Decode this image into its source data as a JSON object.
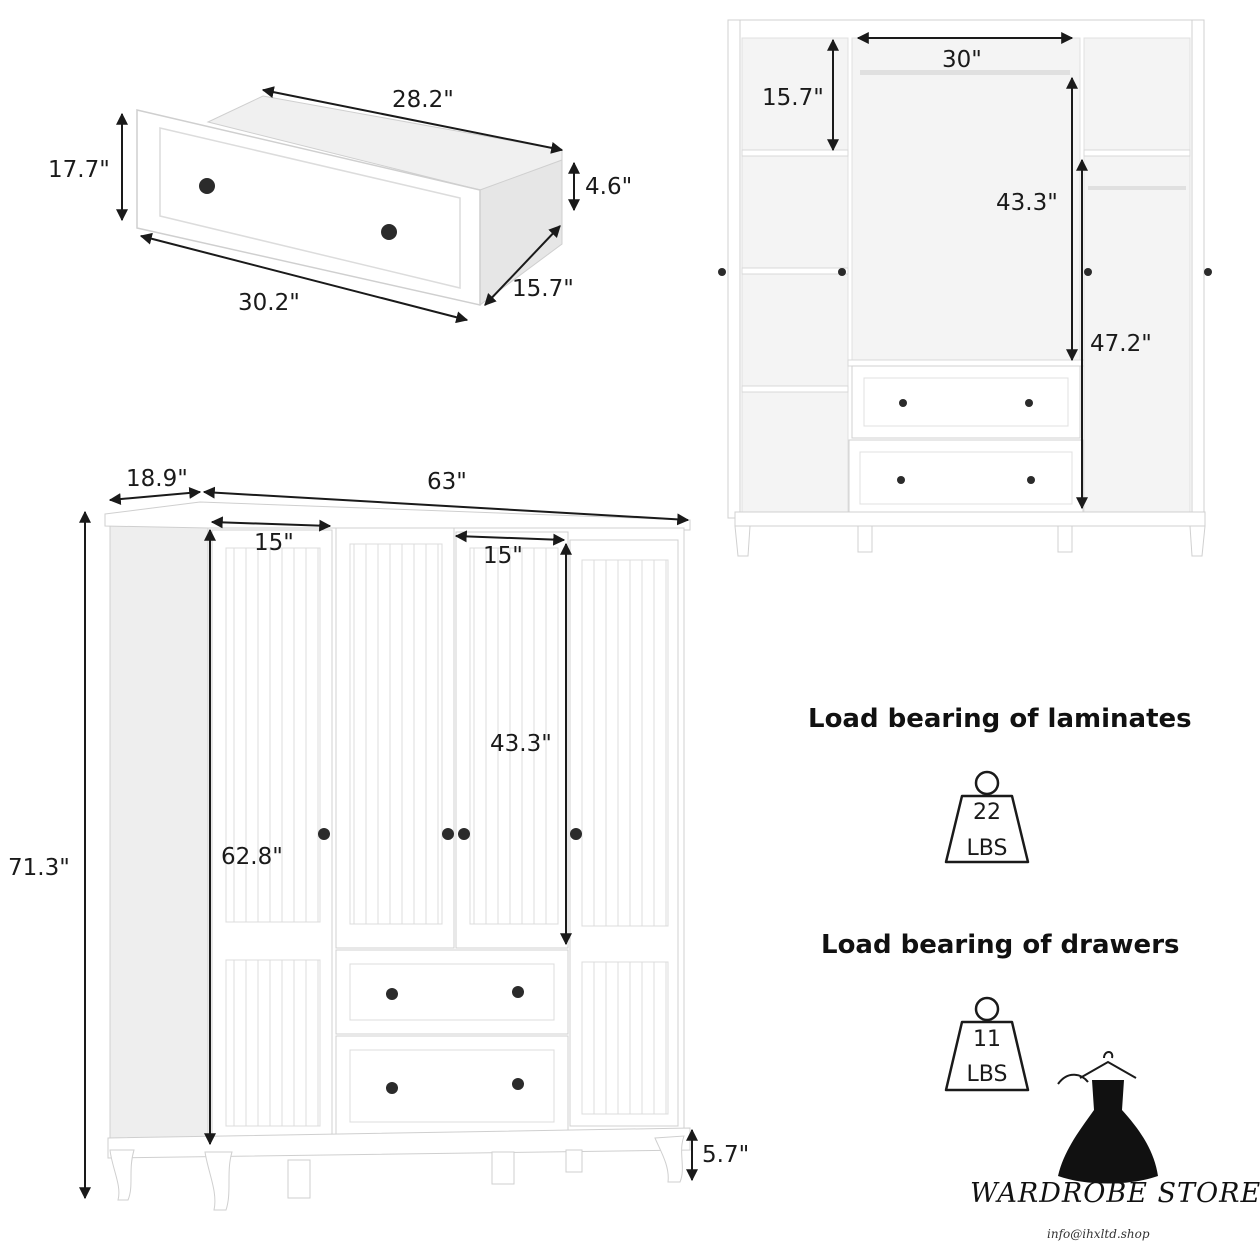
{
  "drawer": {
    "width_top": "28.2\"",
    "height": "17.7\"",
    "depth_height": "4.6\"",
    "width_bottom": "30.2\"",
    "side_depth": "15.7\""
  },
  "interior": {
    "rod_width": "30\"",
    "left_top_shelf": "15.7\"",
    "hanging_height": "43.3\"",
    "right_height": "47.2\""
  },
  "wardrobe": {
    "depth": "18.9\"",
    "width": "63\"",
    "door_width_left": "15\"",
    "door_width_mid": "15\"",
    "middle_door_height": "43.3\"",
    "side_door_height": "62.8\"",
    "total_height": "71.3\"",
    "leg_height": "5.7\""
  },
  "load": {
    "laminates_title": "Load bearing of laminates",
    "laminates_value": "22",
    "laminates_unit": "LBS",
    "drawers_title": "Load bearing of drawers",
    "drawers_value": "11",
    "drawers_unit": "LBS"
  },
  "brand": {
    "name": "WARDROBE STORE",
    "email": "info@ihxltd.shop"
  },
  "colors": {
    "furniture": "#ffffff",
    "outline": "#c8c8c8",
    "shadow": "#e4e4e4",
    "knob": "#2b2b2b",
    "text": "#1a1a1a"
  }
}
